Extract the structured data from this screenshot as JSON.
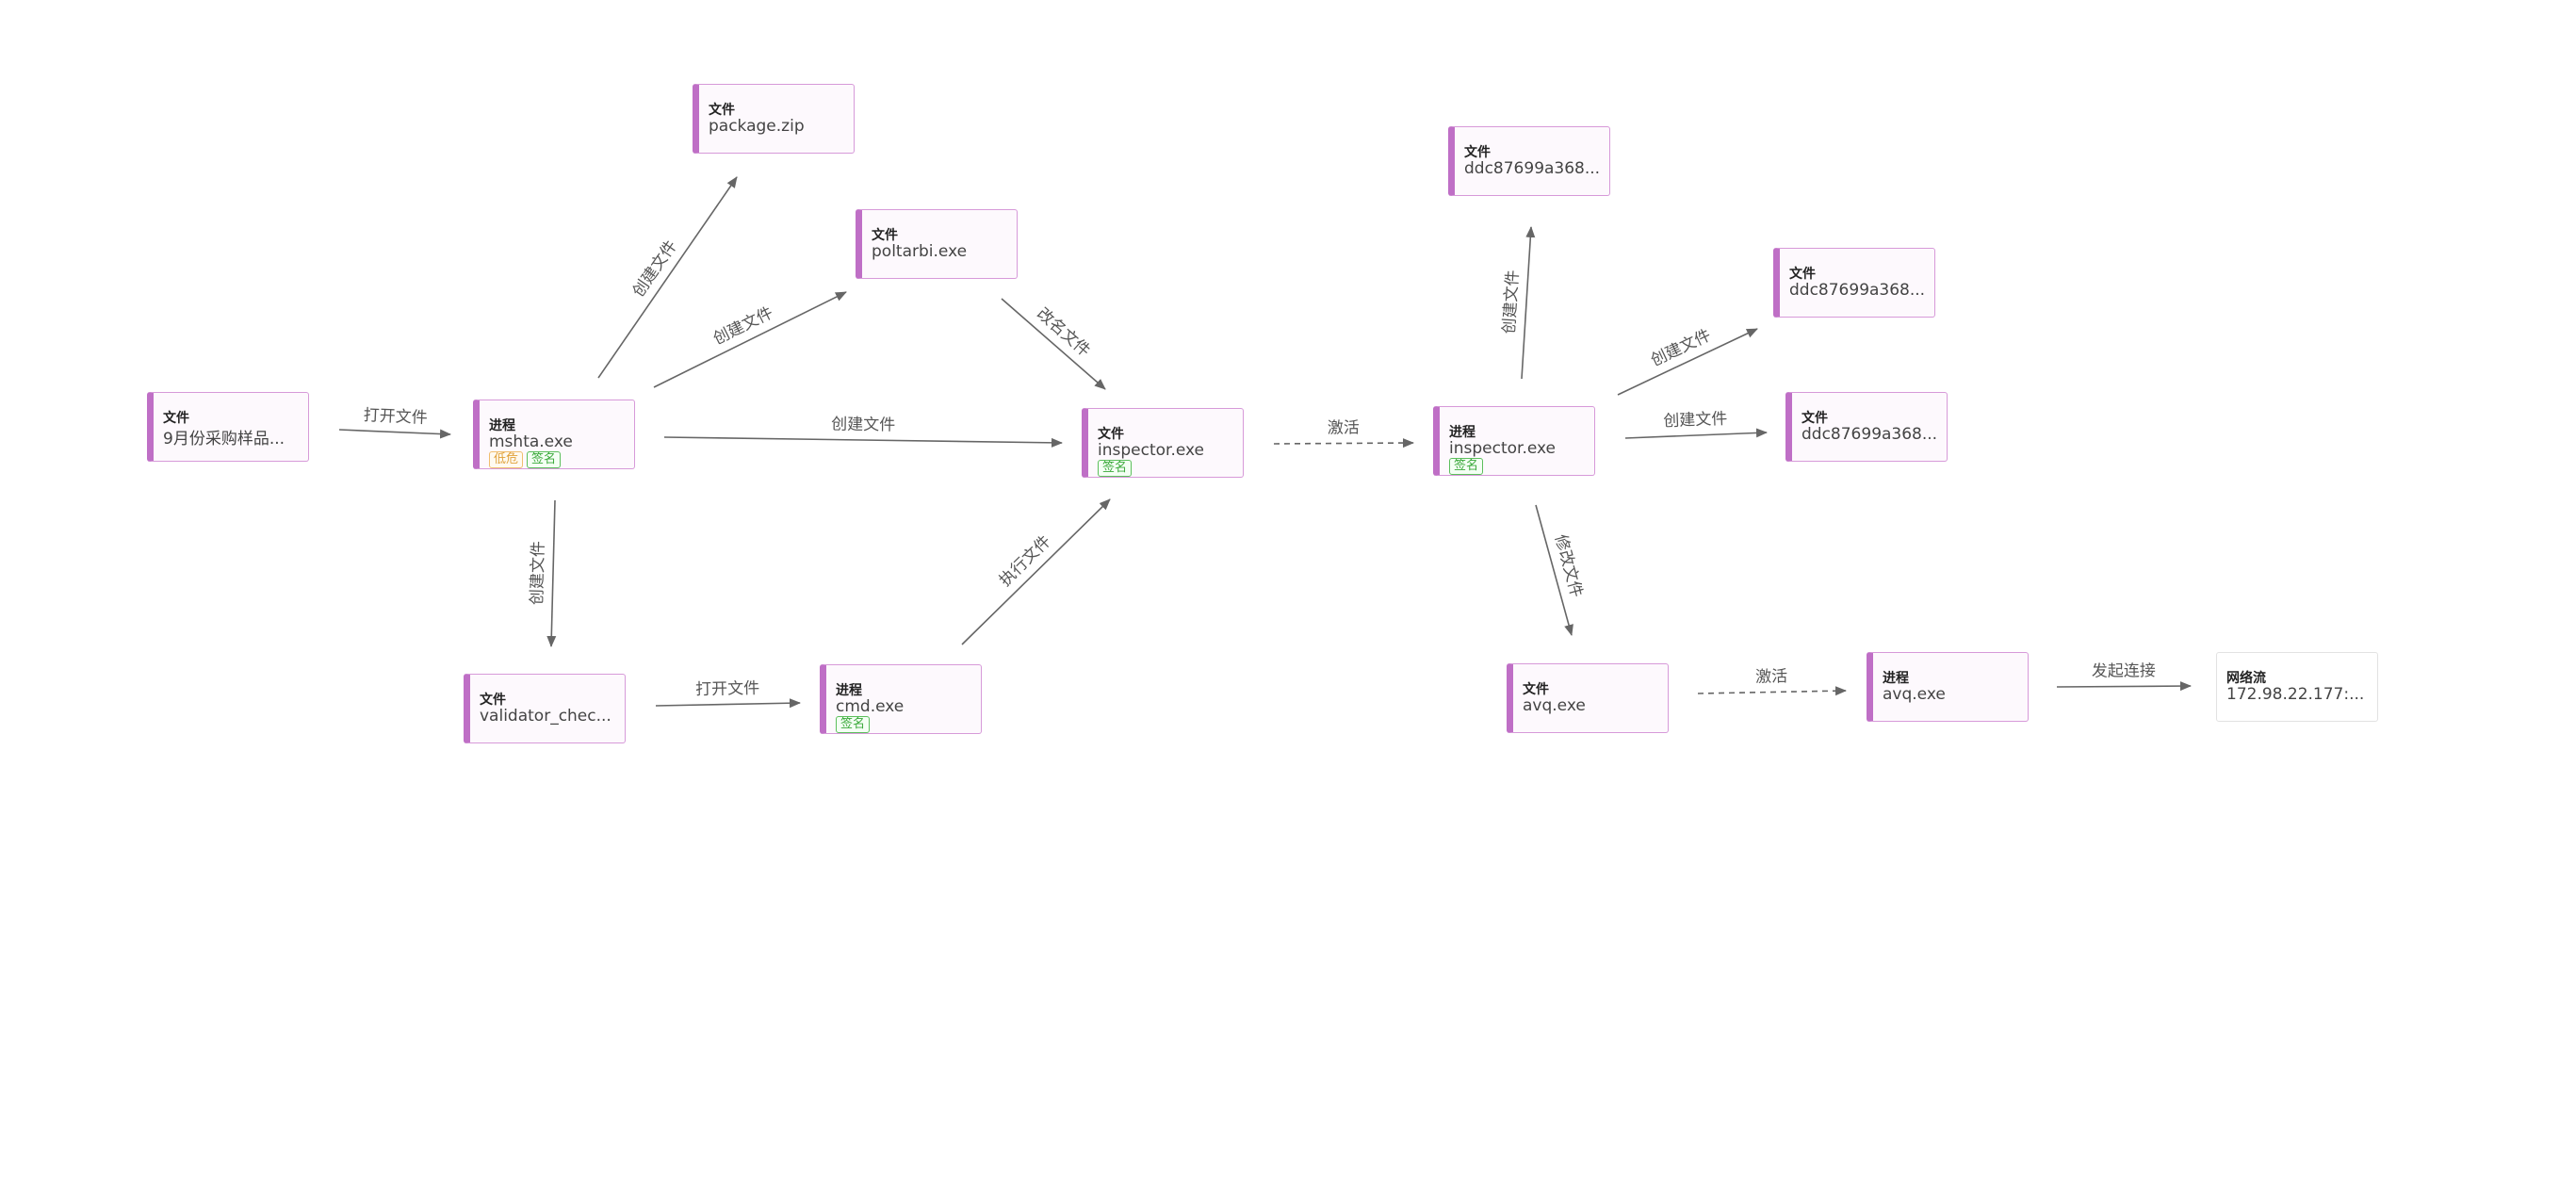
{
  "nodes": [
    {
      "id": "n1",
      "type": "文件",
      "label": "9月份采购样品...",
      "badges": []
    },
    {
      "id": "n2",
      "type": "进程",
      "label": "mshta.exe",
      "badges": [
        {
          "text": "低危",
          "kind": "danger"
        },
        {
          "text": "签名",
          "kind": "signed"
        }
      ]
    },
    {
      "id": "n3",
      "type": "文件",
      "label": "package.zip",
      "badges": []
    },
    {
      "id": "n4",
      "type": "文件",
      "label": "poltarbi.exe",
      "badges": []
    },
    {
      "id": "n5",
      "type": "文件",
      "label": "inspector.exe",
      "badges": [
        {
          "text": "签名",
          "kind": "signed"
        }
      ]
    },
    {
      "id": "n6",
      "type": "文件",
      "label": "validator_chec...",
      "badges": []
    },
    {
      "id": "n7",
      "type": "进程",
      "label": "cmd.exe",
      "badges": [
        {
          "text": "签名",
          "kind": "signed"
        }
      ]
    },
    {
      "id": "n8",
      "type": "进程",
      "label": "inspector.exe",
      "badges": [
        {
          "text": "签名",
          "kind": "signed"
        }
      ]
    },
    {
      "id": "n9",
      "type": "文件",
      "label": "ddc87699a368...",
      "badges": []
    },
    {
      "id": "n10",
      "type": "文件",
      "label": "ddc87699a368...",
      "badges": []
    },
    {
      "id": "n11",
      "type": "文件",
      "label": "ddc87699a368...",
      "badges": []
    },
    {
      "id": "n12",
      "type": "文件",
      "label": "avq.exe",
      "badges": []
    },
    {
      "id": "n13",
      "type": "进程",
      "label": "avq.exe",
      "badges": []
    },
    {
      "id": "n14",
      "type": "网络流",
      "label": "172.98.22.177:...",
      "badges": [],
      "style": "flow"
    }
  ],
  "edges": [
    {
      "from": "n1",
      "to": "n2",
      "label": "打开文件"
    },
    {
      "from": "n2",
      "to": "n3",
      "label": "创建文件"
    },
    {
      "from": "n2",
      "to": "n4",
      "label": "创建文件"
    },
    {
      "from": "n2",
      "to": "n5",
      "label": "创建文件"
    },
    {
      "from": "n2",
      "to": "n6",
      "label": "创建文件"
    },
    {
      "from": "n4",
      "to": "n5",
      "label": "改名文件"
    },
    {
      "from": "n6",
      "to": "n7",
      "label": "打开文件"
    },
    {
      "from": "n7",
      "to": "n5",
      "label": "执行文件"
    },
    {
      "from": "n5",
      "to": "n8",
      "label": "激活",
      "dashed": true
    },
    {
      "from": "n8",
      "to": "n9",
      "label": "创建文件"
    },
    {
      "from": "n8",
      "to": "n10",
      "label": "创建文件"
    },
    {
      "from": "n8",
      "to": "n11",
      "label": "创建文件"
    },
    {
      "from": "n8",
      "to": "n12",
      "label": "修改文件"
    },
    {
      "from": "n12",
      "to": "n13",
      "label": "激活",
      "dashed": true
    },
    {
      "from": "n13",
      "to": "n14",
      "label": "发起连接"
    }
  ],
  "colors": {
    "node_accent": "#bf6fc6",
    "node_border": "#d79ad9",
    "edge": "#666666",
    "signed": "#3aa83a",
    "danger": "#e0a13a"
  }
}
